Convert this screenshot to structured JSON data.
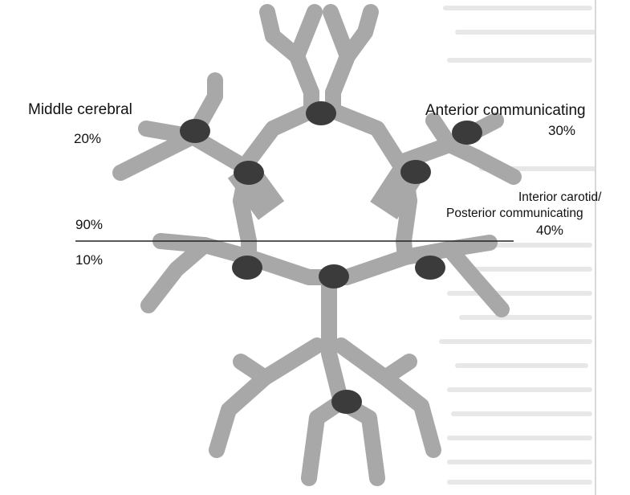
{
  "labels": {
    "middle_cerebral": "Middle cerebral",
    "middle_cerebral_pct": "20%",
    "anterior_communicating": "Anterior communicating",
    "anterior_communicating_pct": "30%",
    "interior_carotid": "Interior carotid/",
    "posterior_communicating": "Posterior communicating",
    "carotid_posterior_pct": "40%",
    "anterior_circulation_pct": "90%",
    "posterior_circulation_pct": "10%"
  },
  "colors": {
    "vessel": "#a8a8a8",
    "aneurysm": "#3b3b3b",
    "divider": "#222222",
    "background_text": "#cfcfcf"
  }
}
